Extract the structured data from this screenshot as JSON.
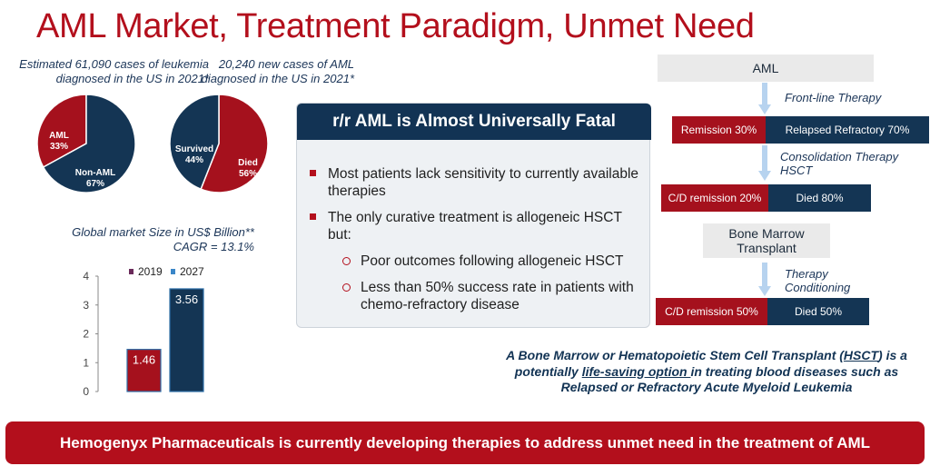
{
  "title": "AML Market, Treatment Paradigm, Unmet Need",
  "captions": {
    "leukemia": "Estimated 61,090 cases of leukemia diagnosed in the US in 2021*",
    "aml": "20,240 new cases of AML diagnosed in the US in 2021*",
    "market": "Global market Size in US$ Billion** CAGR = 13.1%"
  },
  "colors": {
    "brand_red": "#b30f1c",
    "navy": "#143554",
    "panel_bg": "#eef1f4",
    "grey_box": "#eaeaea"
  },
  "pie1": {
    "slices": [
      {
        "label": "AML",
        "value_text": "33%",
        "value": 33,
        "color": "#a5111d"
      },
      {
        "label": "Non-AML",
        "value_text": "67%",
        "value": 67,
        "color": "#143554"
      }
    ]
  },
  "pie2": {
    "slices": [
      {
        "label": "Died",
        "value_text": "56%",
        "value": 56,
        "color": "#a5111d"
      },
      {
        "label": "Survived",
        "value_text": "44%",
        "value": 44,
        "color": "#143554"
      }
    ]
  },
  "chart_data": {
    "type": "bar",
    "categories": [
      "2019",
      "2027"
    ],
    "series": [
      {
        "name": "2019",
        "values": [
          1.46,
          null
        ],
        "color": "#a5111d"
      },
      {
        "name": "2027",
        "values": [
          null,
          3.56
        ],
        "color": "#143554"
      }
    ],
    "values": [
      1.46,
      3.56
    ],
    "data_labels": [
      "1.46",
      "3.56"
    ],
    "yticks": [
      "0",
      "1",
      "2",
      "3",
      "4"
    ],
    "ylim": [
      0,
      4
    ],
    "legend_position": "top",
    "grid": false
  },
  "panel": {
    "header": "r/r AML is Almost Universally Fatal",
    "bullets": [
      "Most patients lack sensitivity to currently available therapies",
      "The only curative treatment is allogeneic HSCT but:"
    ],
    "sub_bullets": [
      "Poor outcomes following allogeneic HSCT",
      "Less than 50% success rate in patients with chemo-refractory disease"
    ]
  },
  "flow": {
    "aml_box": "AML",
    "step1_label": "Front-line Therapy",
    "step1_left": "Remission 30%",
    "step1_right": "Relapsed Refractory 70%",
    "step2_label": "Consolidation Therapy HSCT",
    "step2_left": "C/D remission 20%",
    "step2_right": "Died 80%",
    "bmt_box": "Bone Marrow Transplant",
    "step3_label": "Therapy Conditioning",
    "step3_left": "C/D remission 50%",
    "step3_right": "Died 50%"
  },
  "note": {
    "part1": "A Bone Marrow or Hematopoietic Stem Cell Transplant (",
    "hsct": "HSCT",
    "part2": ") is a potentially ",
    "life_saving": "life-saving option ",
    "part3": "in treating blood diseases such as Relapsed or Refractory Acute Myeloid Leukemia"
  },
  "banner": "Hemogenyx Pharmaceuticals is currently developing therapies to address unmet need in the treatment of AML"
}
